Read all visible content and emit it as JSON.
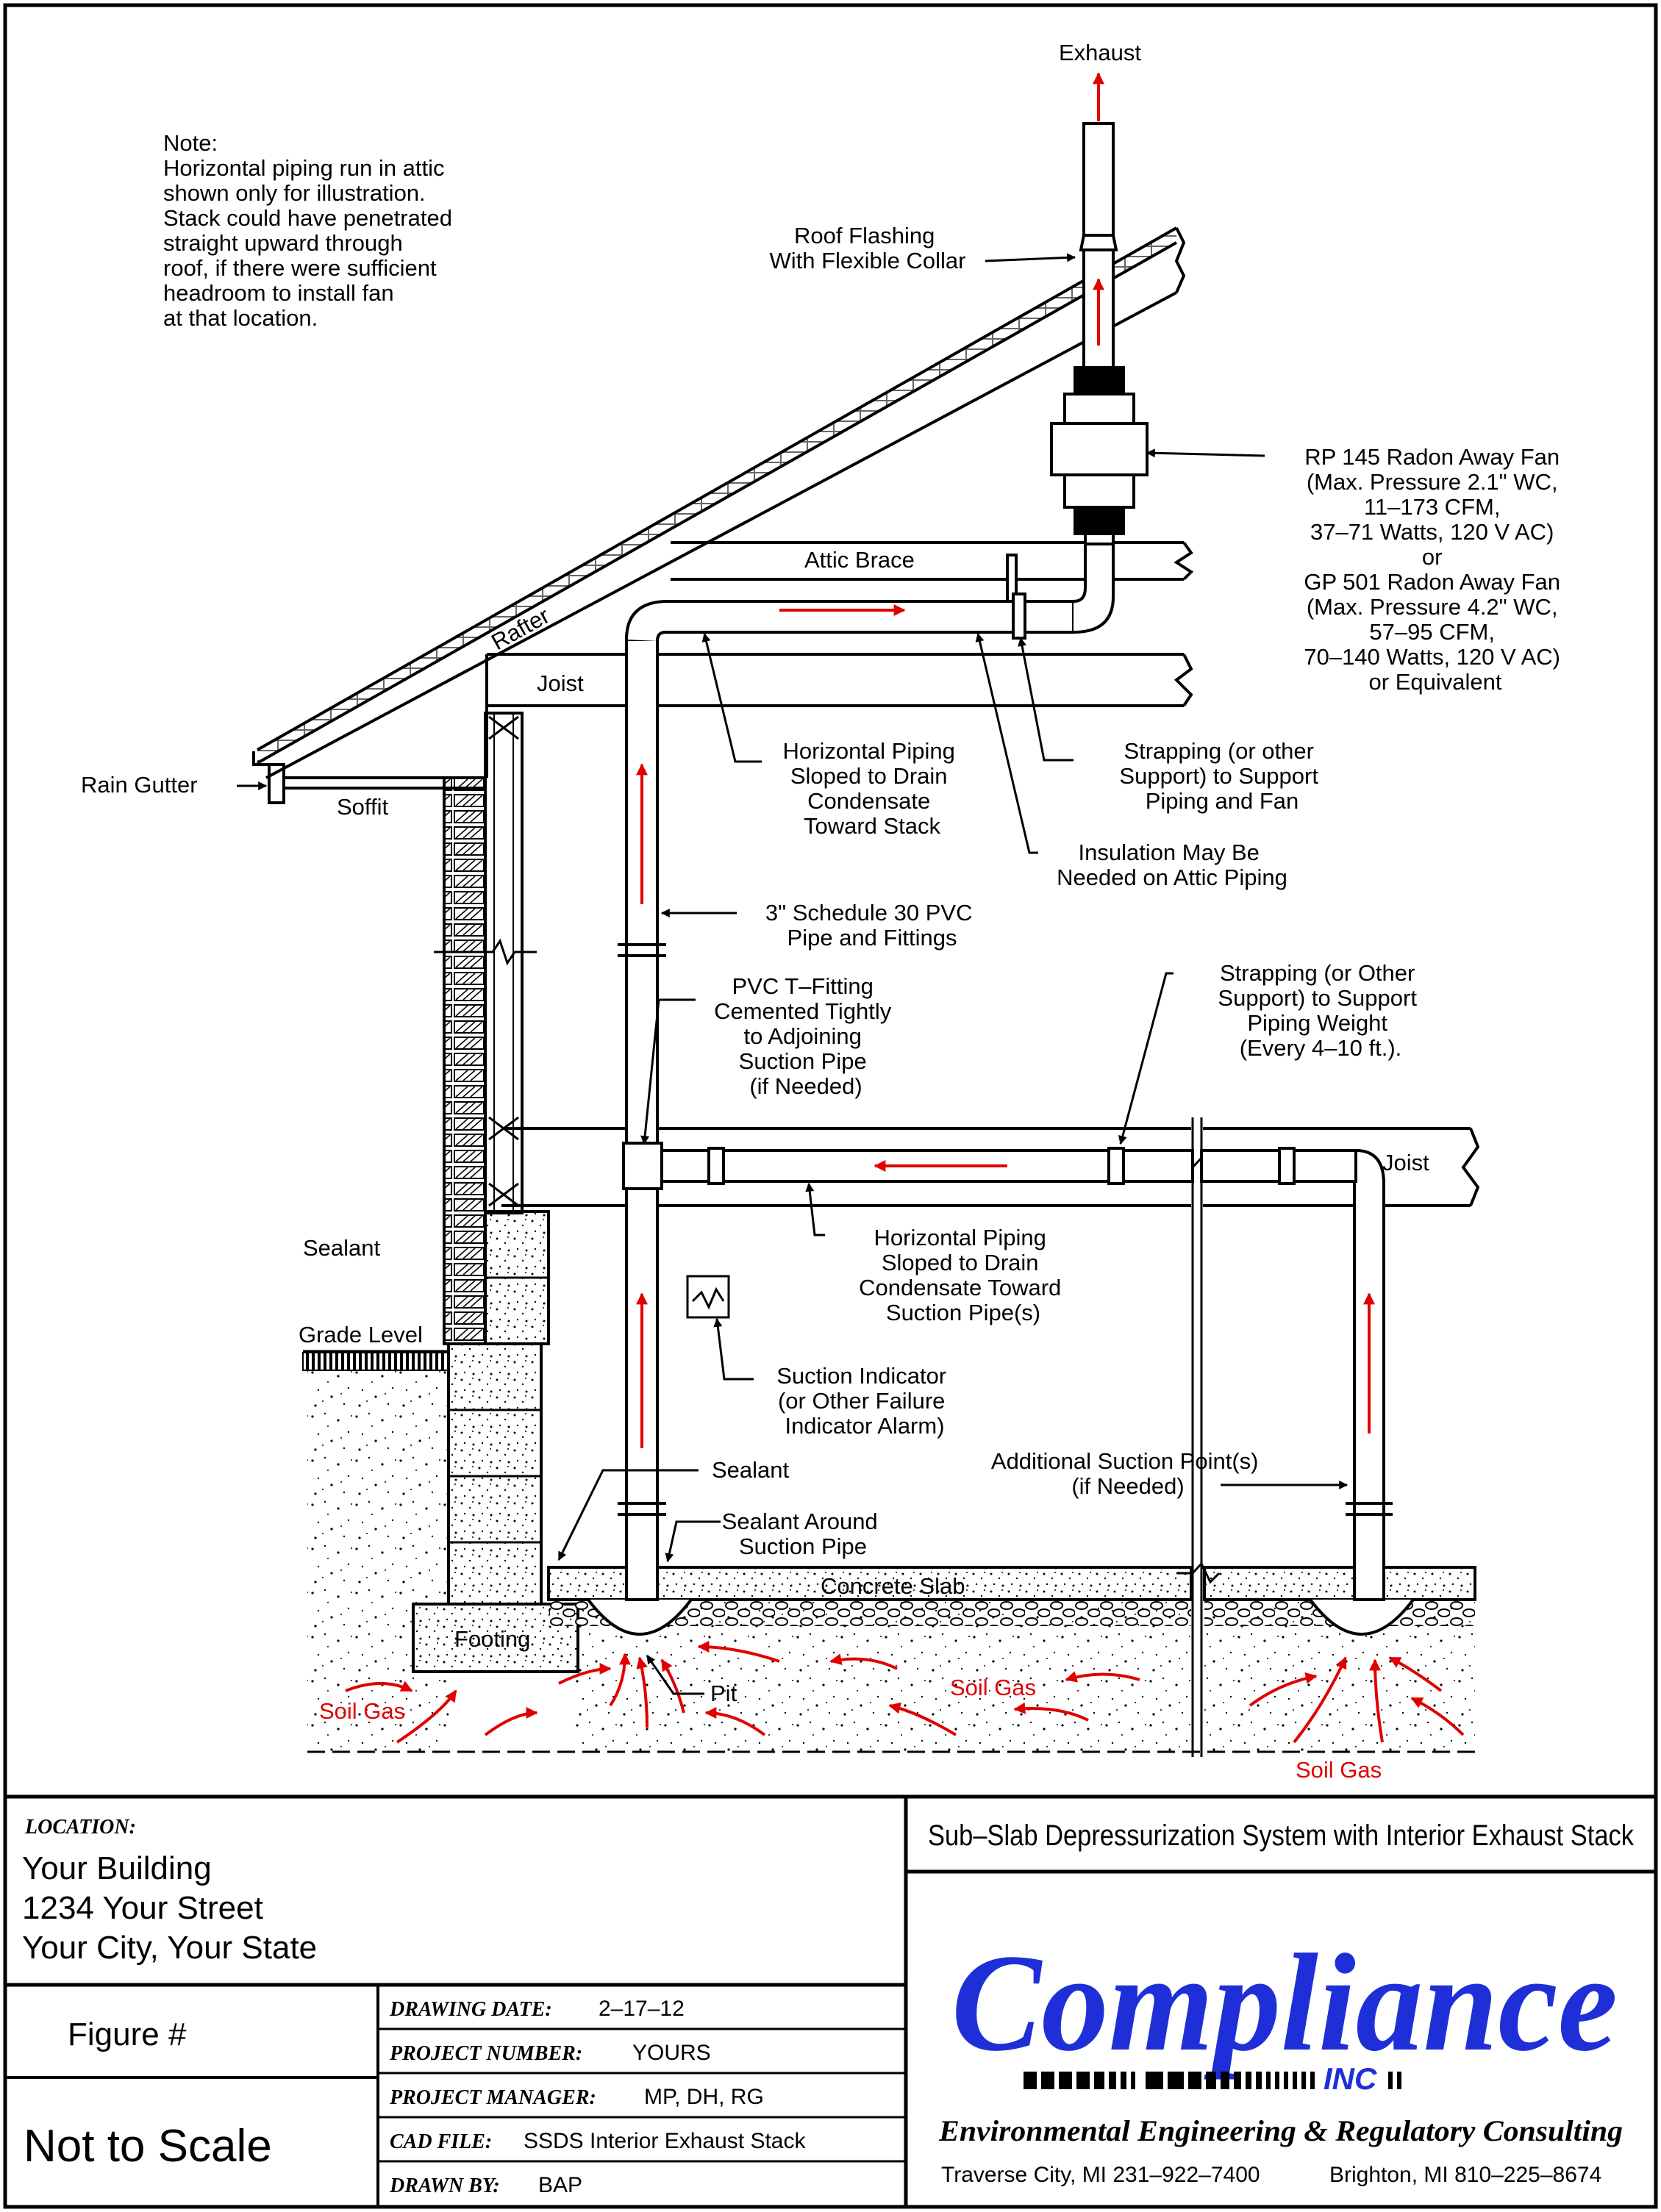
{
  "diagram": {
    "labels": {
      "exhaust": "Exhaust",
      "note": [
        "Note:",
        "Horizontal piping run in attic",
        "shown only for illustration.",
        "Stack could have penetrated",
        "straight upward through",
        "roof, if there were sufficient",
        "headroom to install fan",
        "at that location."
      ],
      "roof_flashing": [
        "Roof Flashing",
        "With Flexible Collar"
      ],
      "fan": [
        "RP 145 Radon Away Fan",
        "(Max. Pressure 2.1\" WC,",
        "11–173 CFM,",
        "37–71 Watts, 120 V AC)",
        "or",
        "GP 501 Radon Away Fan",
        "(Max. Pressure 4.2\" WC,",
        "57–95 CFM,",
        "70–140 Watts, 120 V AC)",
        "or Equivalent"
      ],
      "attic_brace": "Attic Brace",
      "rafter": "Rafter",
      "joist_upper": "Joist",
      "horizontal_attic": [
        "Horizontal Piping",
        "Sloped to Drain",
        "Condensate",
        "Toward Stack"
      ],
      "strapping_fan": [
        "Strapping (or other",
        "Support) to Support",
        "Piping and Fan"
      ],
      "rain_gutter": "Rain Gutter",
      "soffit": "Soffit",
      "insulation": [
        "Insulation May Be",
        "Needed on Attic Piping"
      ],
      "pvc_pipe": [
        "3\" Schedule 30 PVC",
        "Pipe and Fittings"
      ],
      "t_fitting": [
        "PVC T–Fitting",
        "Cemented Tightly",
        "to Adjoining",
        "Suction Pipe",
        "(if Needed)"
      ],
      "strapping_weight": [
        "Strapping (or Other",
        "Support) to Support",
        "Piping Weight",
        "(Every 4–10 ft.)."
      ],
      "joist_lower": "Joist",
      "horizontal_lower": [
        "Horizontal Piping",
        "Sloped to Drain",
        "Condensate Toward",
        "Suction Pipe(s)"
      ],
      "sealant_wall": "Sealant",
      "grade_level": "Grade Level",
      "suction_indicator": [
        "Suction Indicator",
        "(or Other Failure",
        "Indicator Alarm)"
      ],
      "sealant_slab": "Sealant",
      "additional_suction": [
        "Additional Suction Point(s)",
        "(if Needed)"
      ],
      "sealant_pipe": [
        "Sealant Around",
        "Suction Pipe"
      ],
      "concrete_slab": "Concrete Slab",
      "footing": "Footing",
      "pit": "Pit",
      "soil_gas": "Soil Gas"
    },
    "colors": {
      "line": "#000000",
      "airflow": "#e00000",
      "logo": "#1f2fd8"
    }
  },
  "title_block": {
    "location_heading": "LOCATION:",
    "location_lines": [
      "Your Building",
      "1234 Your Street",
      "Your City, Your State"
    ],
    "title": "Sub–Slab Depressurization System with Interior Exhaust Stack",
    "figure": "Figure #",
    "scale": "Not to Scale",
    "fields": [
      {
        "label": "DRAWING DATE:",
        "value": "2–17–12"
      },
      {
        "label": "PROJECT NUMBER:",
        "value": "YOURS"
      },
      {
        "label": "PROJECT MANAGER:",
        "value": "MP, DH, RG"
      },
      {
        "label": "CAD FILE:",
        "value": "SSDS Interior Exhaust Stack"
      },
      {
        "label": "DRAWN BY:",
        "value": "BAP"
      }
    ],
    "logo": {
      "name": "Compliance",
      "inc": "INC",
      "tagline": "Environmental Engineering & Regulatory Consulting",
      "contact_1": "Traverse City, MI 231–922–7400",
      "contact_2": "Brighton, MI 810–225–8674"
    }
  }
}
